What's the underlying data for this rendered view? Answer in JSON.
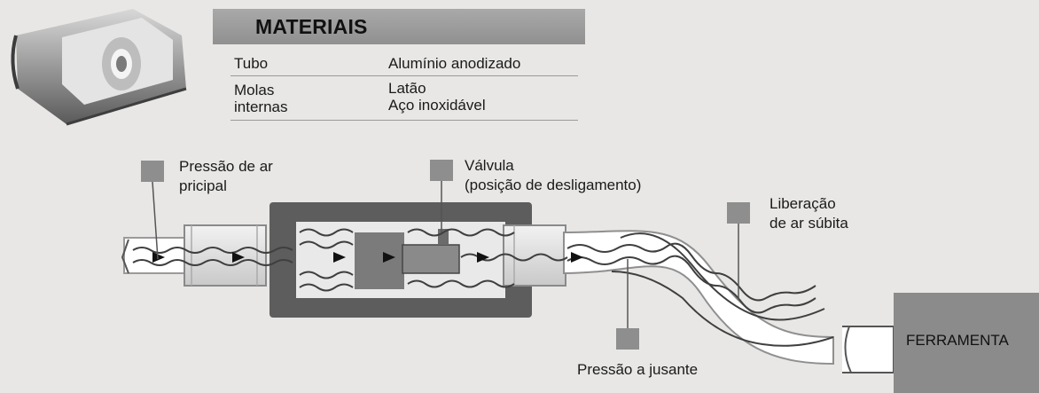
{
  "materials": {
    "title": "MATERIAIS",
    "rows": [
      {
        "component": "Tubo",
        "material": "Alumínio anodizado"
      },
      {
        "component": "Molas\ninternas",
        "material": "Latão\nAço inoxidável"
      }
    ]
  },
  "labels": {
    "main_pressure": "Pressão de ar\npricipal",
    "valve": "Válvula\n(posição de desligamento)",
    "sudden_release": "Liberação\nde ar súbita",
    "downstream_pressure": "Pressão a jusante",
    "tool": "FERRAMENTA"
  },
  "colors": {
    "background": "#e8e7e5",
    "valve_body": "#5d5d5d",
    "marker": "#8e8e8e",
    "tool_box": "#8b8b8b"
  }
}
